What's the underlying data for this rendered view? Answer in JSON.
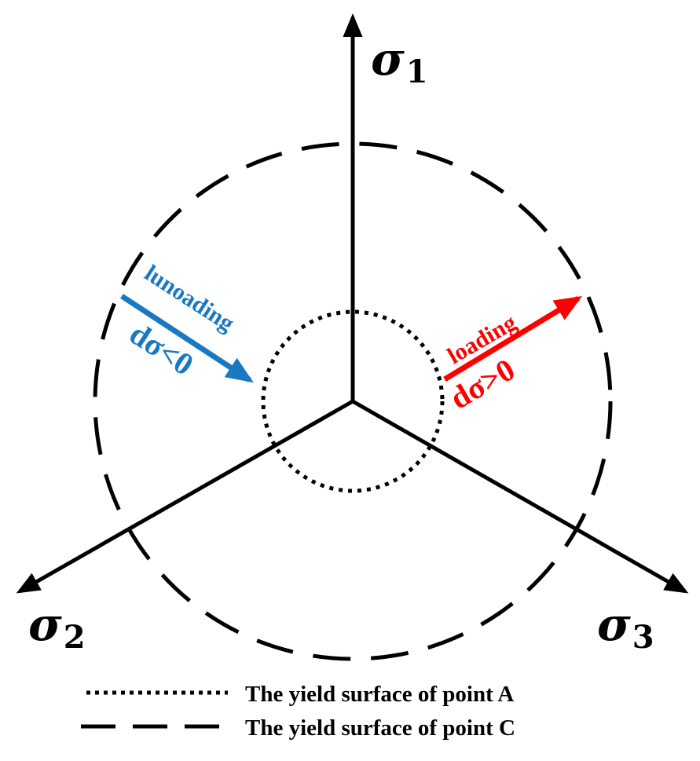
{
  "axes": {
    "sigma1": {
      "symbol": "σ",
      "subscript": "1"
    },
    "sigma2": {
      "symbol": "σ",
      "subscript": "2"
    },
    "sigma3": {
      "symbol": "σ",
      "subscript": "3"
    }
  },
  "unloading": {
    "label": "lunoading",
    "condition": "dσ<0",
    "color": "#1a78c2"
  },
  "loading": {
    "label": "loading",
    "condition": "dσ>0",
    "color": "#ff0000"
  },
  "legend": {
    "point_a": "The yield surface of point A",
    "point_c": "The yield surface of point C"
  }
}
